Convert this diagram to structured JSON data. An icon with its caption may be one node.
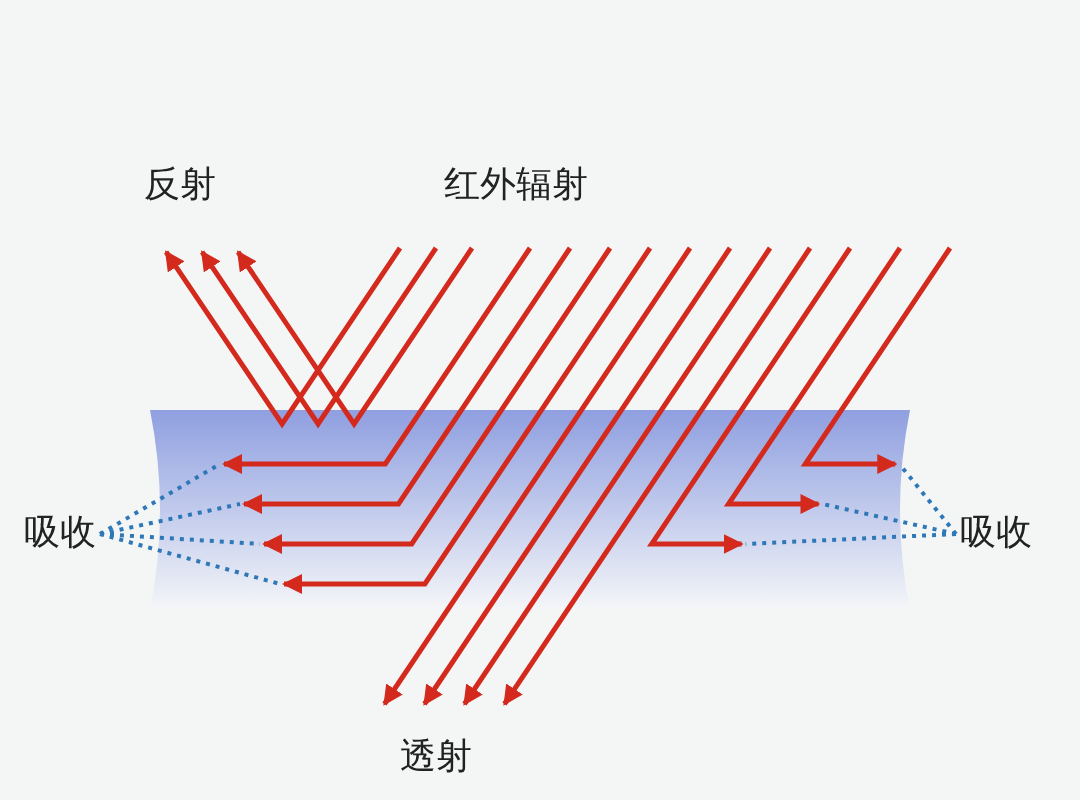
{
  "diagram": {
    "nodes": [
      {
        "text": [
          "反射"
        ]
      },
      {
        "text": [
          "红外辐射"
        ]
      },
      {
        "text": [
          "吸收"
        ]
      },
      {
        "text": [
          "吸收"
        ]
      },
      {
        "text": [
          "透射"
        ]
      }
    ],
    "edges": [
      {
        "from": 2,
        "to": null,
        "arrow": "none",
        "style": "dashed"
      },
      {
        "from": 2,
        "to": null,
        "arrow": "none",
        "style": "dashed"
      },
      {
        "from": 2,
        "to": null,
        "arrow": "none",
        "style": "dashed"
      },
      {
        "from": 2,
        "to": null,
        "arrow": "none",
        "style": "dashed"
      },
      {
        "from": 3,
        "to": null,
        "arrow": "none",
        "style": "dashed"
      },
      {
        "from": 3,
        "to": null,
        "arrow": "none",
        "style": "dashed"
      },
      {
        "from": 3,
        "to": null,
        "arrow": "none",
        "style": "dashed"
      }
    ]
  }
}
